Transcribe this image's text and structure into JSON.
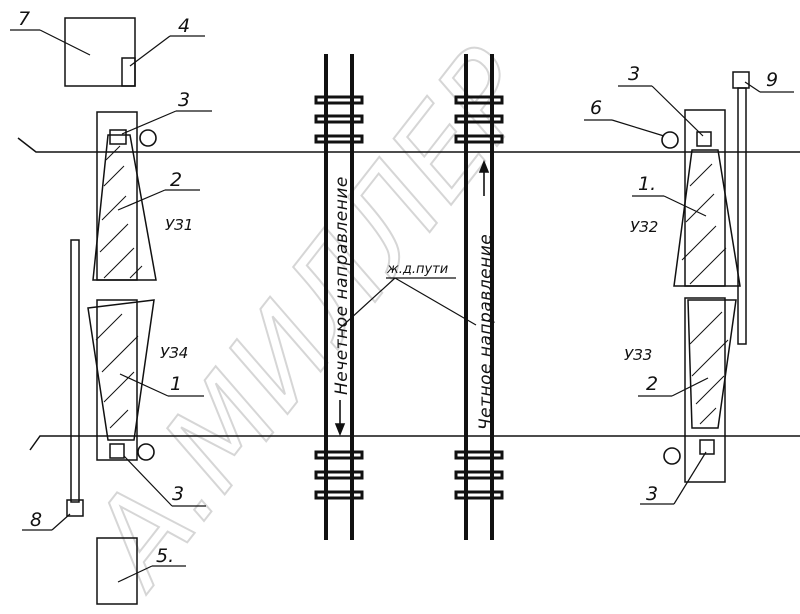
{
  "watermark": "А.МИЛЛЕР",
  "labels": {
    "n7": "7",
    "n4": "4",
    "n3_top_left": "3",
    "n2_left": "2",
    "uz1": "УЗ1",
    "uz4": "УЗ4",
    "n1_left": "1",
    "n3_bottom_left": "3",
    "n8": "8",
    "n5": "5.",
    "n3_top_right": "3",
    "n6": "6",
    "n9": "9",
    "n1_right": "1.",
    "uz2": "УЗ2",
    "uz3": "УЗ3",
    "n2_right": "2",
    "n3_bottom_right": "3",
    "railway": "ж.д.пути",
    "odd_direction": "Нечетное направление",
    "even_direction": "Четное направление"
  },
  "colors": {
    "line": "#111111",
    "watermark": "#c9c9c9"
  }
}
